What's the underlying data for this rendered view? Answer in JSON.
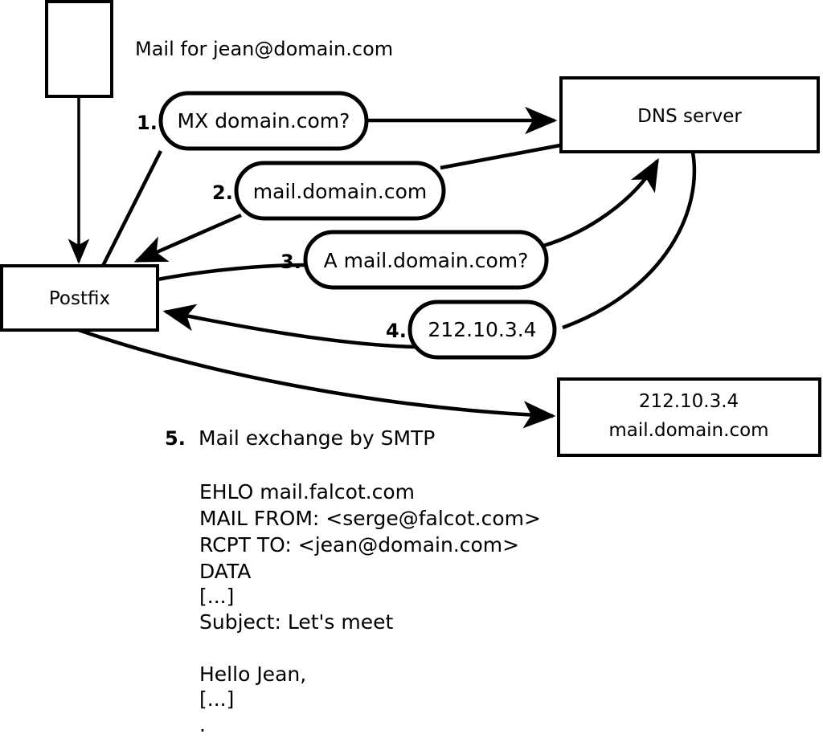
{
  "diagram": {
    "title": "Mail for jean@domain.com",
    "nodes": {
      "sender_box": {
        "label": ""
      },
      "postfix": {
        "label": "Postfix"
      },
      "dns_server": {
        "label": "DNS server"
      },
      "destination": {
        "line1": "212.10.3.4",
        "line2": "mail.domain.com"
      }
    },
    "steps": [
      {
        "number": "1.",
        "label": "MX domain.com?"
      },
      {
        "number": "2.",
        "label": "mail.domain.com"
      },
      {
        "number": "3.",
        "label": "A mail.domain.com?"
      },
      {
        "number": "4.",
        "label": "212.10.3.4"
      }
    ],
    "final_step": {
      "number": "5.",
      "label": "Mail exchange by SMTP"
    },
    "transcript": [
      "EHLO mail.falcot.com",
      "MAIL FROM: <serge@falcot.com>",
      "RCPT TO: <jean@domain.com>",
      "DATA",
      "[...]",
      "Subject: Let's meet",
      "",
      "Hello Jean,",
      "[...]",
      "."
    ],
    "colors": {
      "stroke": "#000000",
      "fill": "#ffffff",
      "text": "#000000"
    }
  }
}
